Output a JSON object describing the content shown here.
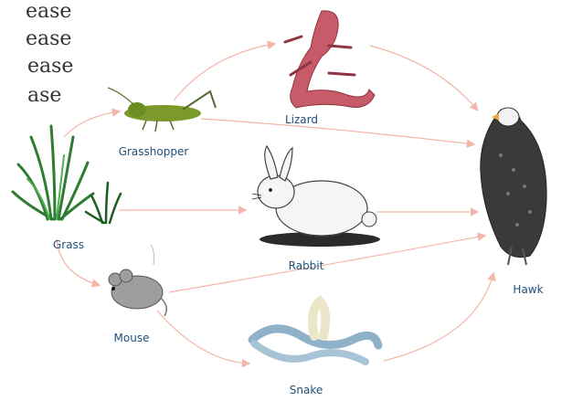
{
  "cutoff_text": [
    "ease",
    "ease",
    "ease",
    "ase"
  ],
  "organisms": {
    "grass": "Grass",
    "grasshopper": "Grasshopper",
    "lizard": "Lizard",
    "rabbit": "Rabbit",
    "mouse": "Mouse",
    "snake": "Snake",
    "hawk": "Hawk"
  },
  "colors": {
    "arrow": "#f3b6a8",
    "label": "#1f4f7a",
    "lizard": "#c85b6a",
    "grasshopper": "#6b8e23",
    "grass": "#2f7d32",
    "snake": "#8fb2c9",
    "mouse": "#8c8c8c"
  }
}
